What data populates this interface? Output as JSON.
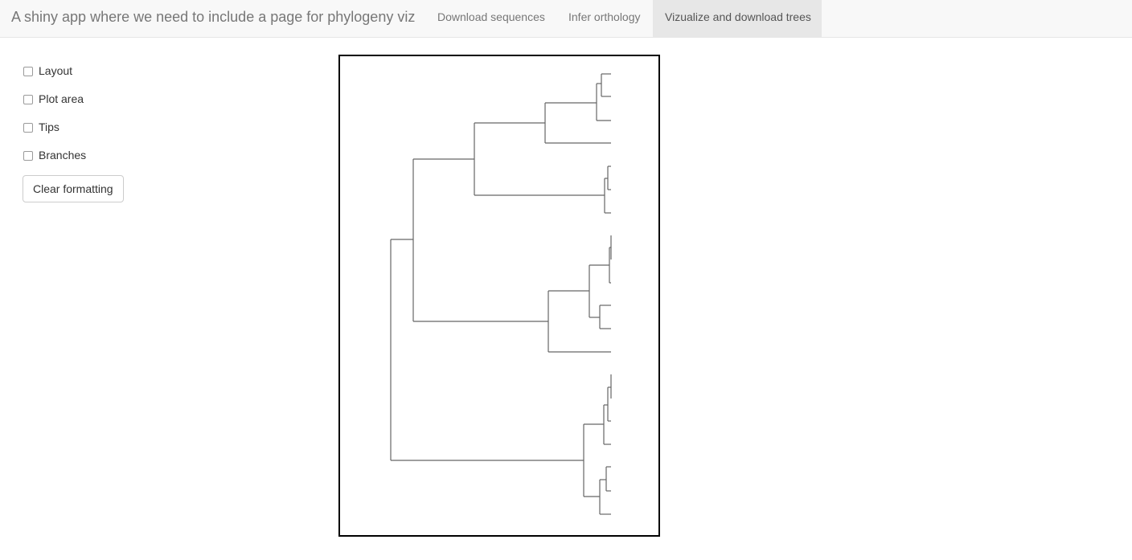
{
  "navbar": {
    "brand": "A shiny app where we need to include a page for phylogeny viz",
    "tabs": [
      {
        "label": "Download sequences",
        "active": false
      },
      {
        "label": "Infer orthology",
        "active": false
      },
      {
        "label": "Vizualize and download trees",
        "active": true
      }
    ]
  },
  "sidebar": {
    "checkboxes": [
      {
        "label": "Layout",
        "checked": false
      },
      {
        "label": "Plot area",
        "checked": false
      },
      {
        "label": "Tips",
        "checked": false
      },
      {
        "label": "Branches",
        "checked": false
      }
    ],
    "clear_button_label": "Clear formatting"
  },
  "colors": {
    "branch": "#666666",
    "active_tab": "#e7e7e7"
  }
}
